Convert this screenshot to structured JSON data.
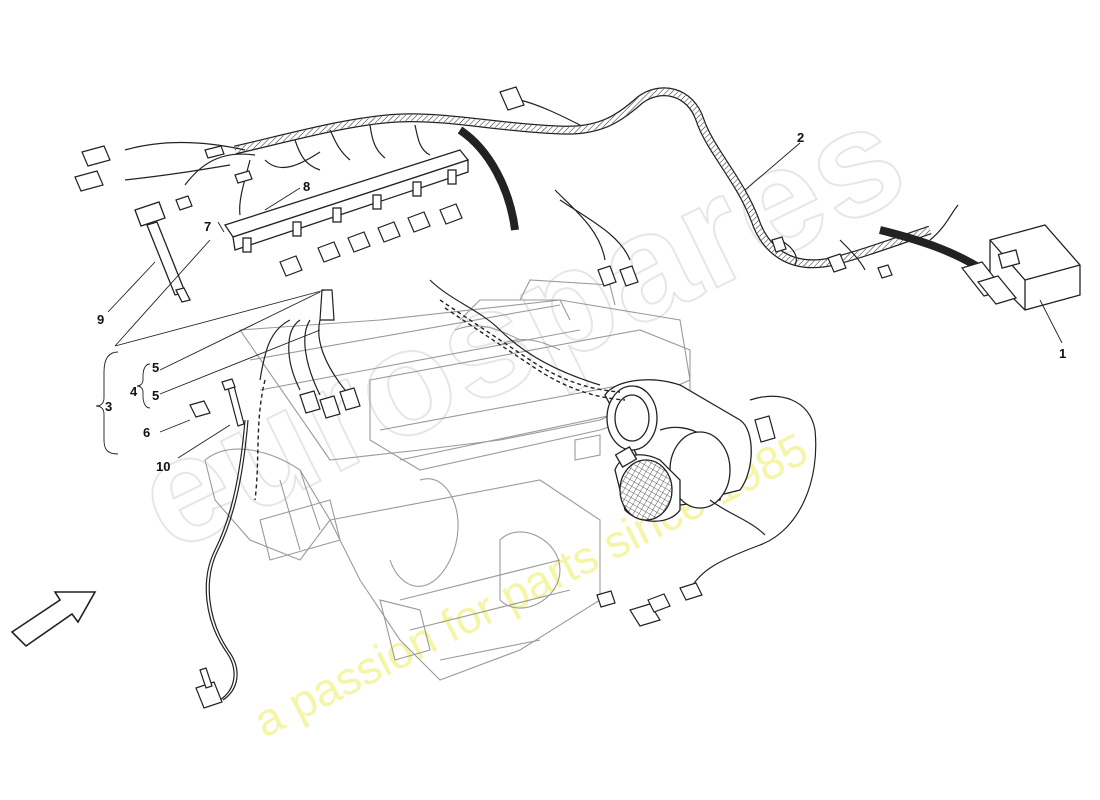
{
  "watermark": {
    "brand": "eurospares",
    "tagline": "a passion for parts since 1985"
  },
  "callouts": [
    {
      "id": "1",
      "text": "1"
    },
    {
      "id": "2",
      "text": "2"
    },
    {
      "id": "3",
      "text": "3"
    },
    {
      "id": "4",
      "text": "4"
    },
    {
      "id": "5a",
      "text": "5"
    },
    {
      "id": "5b",
      "text": "5"
    },
    {
      "id": "6",
      "text": "6"
    },
    {
      "id": "7",
      "text": "7"
    },
    {
      "id": "8",
      "text": "8"
    },
    {
      "id": "9",
      "text": "9"
    },
    {
      "id": "10",
      "text": "10"
    }
  ]
}
